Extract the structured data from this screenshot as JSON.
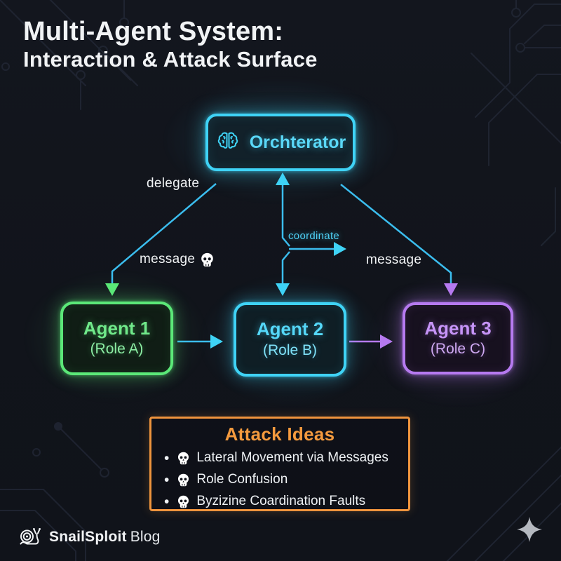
{
  "canvas": {
    "background": "#12151c"
  },
  "header": {
    "title_line1": "Multi-Agent System:",
    "title_line2": "Interaction & Attack Surface"
  },
  "diagram": {
    "orchestrator": {
      "label": "Orchterator",
      "accent": "#3fd3f6"
    },
    "agents": [
      {
        "name": "Agent 1",
        "role": "(Role A)",
        "accent": "#5be878"
      },
      {
        "name": "Agent 2",
        "role": "(Role B)",
        "accent": "#3fd3f6"
      },
      {
        "name": "Agent 3",
        "role": "(Role C)",
        "accent": "#b67af0"
      }
    ],
    "edge_labels": {
      "delegate": "delegate",
      "coordinate": "coordinate",
      "message_left": "message",
      "message_right": "message"
    }
  },
  "attack_panel": {
    "title": "Attack Ideas",
    "bullet": "•",
    "items": [
      "Lateral Movement via Messages",
      "Role Confusion",
      "Byzizine Coardination Faults"
    ],
    "accent": "#ef943d"
  },
  "footer": {
    "brand": "SnailSploit",
    "suffix": "Blog"
  },
  "icons": {
    "brain": "brain-icon",
    "skull": "skull-icon",
    "snail": "snail-icon",
    "sparkle": "sparkle-icon"
  }
}
